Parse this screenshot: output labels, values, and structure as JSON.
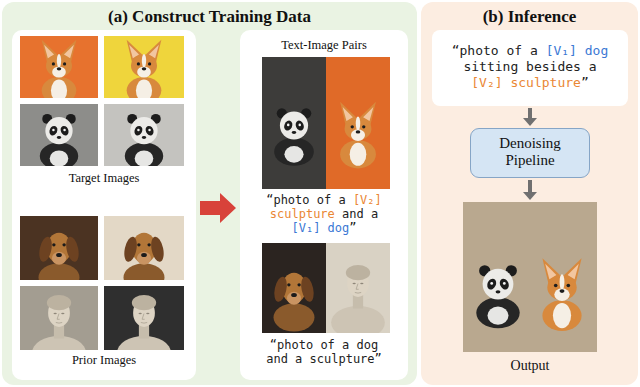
{
  "diagram": {
    "nodes": [
      {
        "text": [
          "(a) Construct Training Data"
        ]
      },
      {
        "text": [
          "Target Images",
          "Prior Images"
        ],
        "in": 0
      },
      {
        "text": [
          "Text-Image Pairs",
          "“photo of a [V₂] sculpture and a [V₁] dog”",
          "“photo of a dog and a sculpture”"
        ],
        "in": 0
      },
      {
        "text": [
          "(b) Inference"
        ]
      },
      {
        "text": [
          "“photo of a [V₁] dog sitting besides a [V₂] sculpture”"
        ],
        "in": 3
      },
      {
        "text": [
          "Denoising Pipeline"
        ],
        "in": 3
      },
      {
        "text": [
          "Output"
        ],
        "in": 3
      }
    ],
    "edges": [
      {
        "from": 1,
        "to": 2,
        "arrow": "to"
      },
      {
        "from": 4,
        "to": 5,
        "arrow": "to"
      },
      {
        "from": 5,
        "to": 6,
        "arrow": "to"
      }
    ]
  }
}
